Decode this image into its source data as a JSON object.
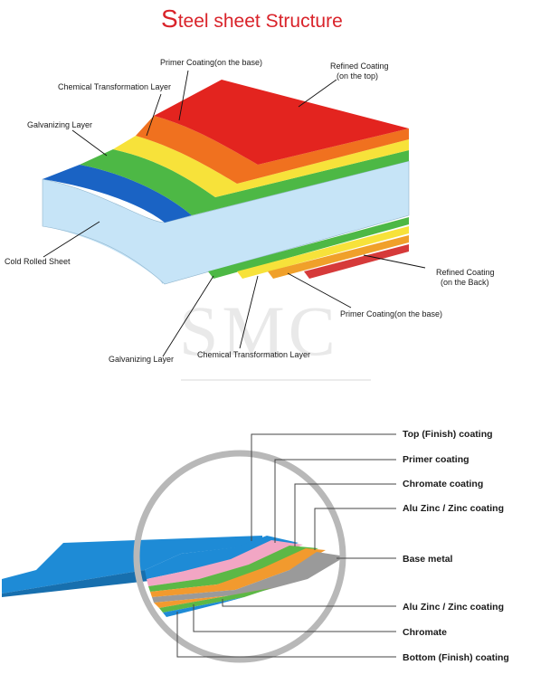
{
  "top_diagram": {
    "title_initial": "S",
    "title_rest": "teel sheet Structure",
    "labels": {
      "primer_base_top": "Primer Coating(on the base)",
      "refined_top_1": "Refined Coating",
      "refined_top_2": "(on the top)",
      "chem_top": "Chemical Transformation Layer",
      "galv_top": "Galvanizing Layer",
      "cold_rolled": "Cold Rolled Sheet",
      "refined_back_1": "Refined Coating",
      "refined_back_2": "(on the Back)",
      "primer_base_bottom": "Primer Coating(on the base)",
      "galv_bottom": "Galvanizing Layer",
      "chem_bottom": "Chemical Transformation Layer"
    },
    "watermark": "SMC",
    "colors": {
      "red": "#e3241f",
      "orange": "#f0711f",
      "yellow": "#f7e23a",
      "green": "#4db845",
      "blue": "#1a63c4",
      "light_blue": "#bfe0f5"
    }
  },
  "bottom_diagram": {
    "labels": {
      "top_finish": "Top (Finish) coating",
      "primer": "Primer coating",
      "chromate_coating": "Chromate coating",
      "alu_zinc_top": "Alu Zinc / Zinc coating",
      "base_metal": "Base metal",
      "alu_zinc_bottom": "Alu Zinc / Zinc coating",
      "chromate": "Chromate",
      "bottom_finish": "Bottom (Finish) coating"
    },
    "colors": {
      "blue": "#1e8bd6",
      "pink": "#f2a6c4",
      "green": "#5cb846",
      "orange": "#f29a2e",
      "grey": "#9a9a9a",
      "circle": "#b8b8b8"
    }
  }
}
